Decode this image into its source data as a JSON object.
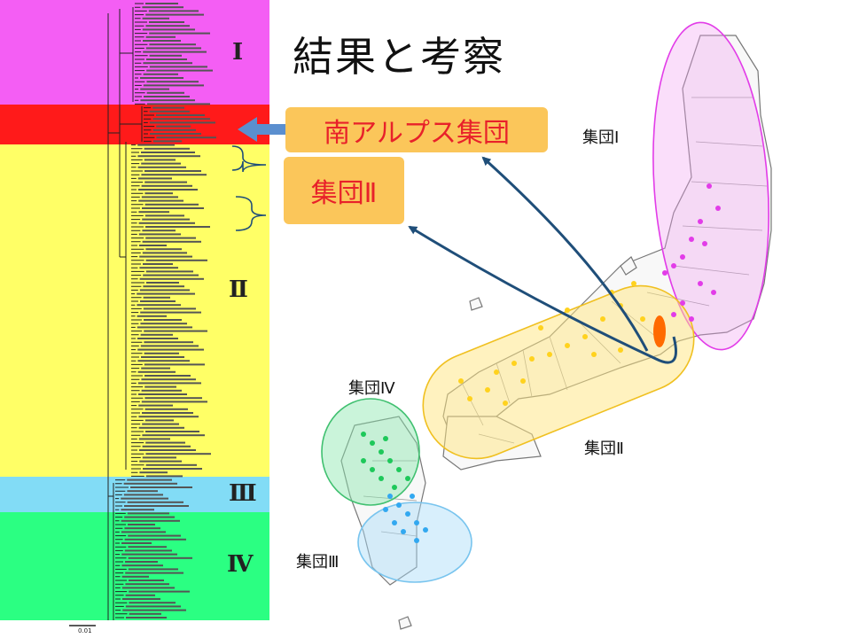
{
  "slide": {
    "title": "結果と考察",
    "callouts": {
      "southern_alps": "南アルプス集団",
      "group2": "集団Ⅱ"
    },
    "tree_groups": [
      {
        "label": "Ⅰ",
        "color": "#f45ef4"
      },
      {
        "label": "",
        "color": "#ff1a1a"
      },
      {
        "label": "Ⅱ",
        "color": "#ffff66"
      },
      {
        "label": "Ⅲ",
        "color": "#82dcf6"
      },
      {
        "label": "Ⅳ",
        "color": "#2bff82"
      }
    ],
    "scale_bar_label": "0.01",
    "map_groups": [
      {
        "label": "集団Ⅰ",
        "color": "#e23ce8"
      },
      {
        "label": "集団Ⅱ",
        "color": "#ffd21e"
      },
      {
        "label": "集団Ⅲ",
        "color": "#32a8f0"
      },
      {
        "label": "集団Ⅳ",
        "color": "#1ec85a"
      }
    ],
    "highlight_color": "#ff6a00"
  }
}
